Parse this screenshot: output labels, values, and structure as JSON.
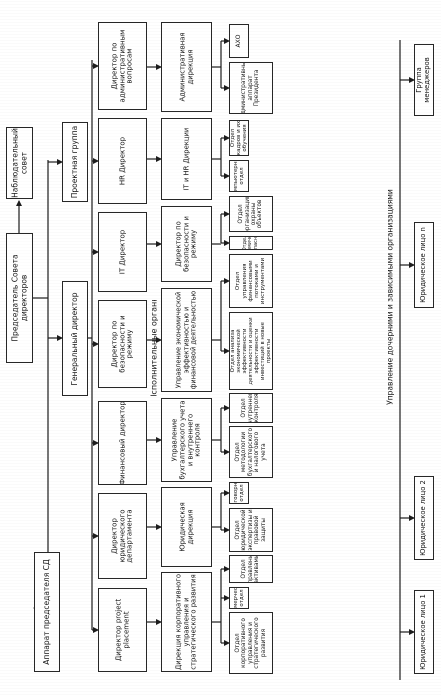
{
  "chart": {
    "supervisory_board": "Наблюдательный совет",
    "board_chairman": "Председатель Совета директоров",
    "sd_office": "Аппарат председателя СД",
    "general_director": "Генеральный директор",
    "project_group": "Проектная группа",
    "executive_bodies": "Исполнительные органы",
    "subsidiaries_management": "Управление дочерними и зависимыми организациями",
    "managers_group": "Группа менеджеров"
  },
  "directors": [
    {
      "label": "Директор project placement"
    },
    {
      "label": "Директор юридического департамента"
    },
    {
      "label": "Финансовый директор"
    },
    {
      "label": "Директор по безопасности и режиму"
    },
    {
      "label": "IT Директор"
    },
    {
      "label": "HR Директор"
    },
    {
      "label": "Директор по административным вопросам"
    }
  ],
  "divisions": [
    {
      "label": "Дирекция корпоративного управления и стратегического развития"
    },
    {
      "label": "Юридическая дирекция"
    },
    {
      "label": "Управление бухгалтерского учета и внутреннего контроля"
    },
    {
      "label": "Управление экономической эффективностью и финансовой деятельностью"
    },
    {
      "label": "Директор по безопасности и режиму"
    },
    {
      "label": "IT и HR Дирекции"
    },
    {
      "label": "Административная дирекция"
    }
  ],
  "departments": [
    {
      "label": "Отдел корпоративного управления и стратегического развития"
    },
    {
      "label": "Коммерческий отдел"
    },
    {
      "label": "Отдел управления активами"
    },
    {
      "label": "Отдел юридической экспертизы и правовой защиты"
    },
    {
      "label": "Договорной отдел"
    },
    {
      "label": "Отдел методологии бухгалтерского и налогового учета"
    },
    {
      "label": "Отдел внутреннего контроля"
    },
    {
      "label": "Отдел анализа экономической эффективности деятельности и оценки эффективности инвестиций в новые проекты"
    },
    {
      "label": "Отдел управления финансовыми потоками и инструментами"
    },
    {
      "label": "Отдел экономической безопасности"
    },
    {
      "label": "Отдел организации охраны объектов"
    },
    {
      "label": "Компьютерный отдел"
    },
    {
      "label": "Отдел кадров и их обучения"
    },
    {
      "label": "Административный аппарат Президента"
    },
    {
      "label": "АХО"
    }
  ],
  "legal_entities": [
    {
      "label": "Юридическое лицо 1"
    },
    {
      "label": "Юридическое лицо 2"
    },
    {
      "label": "Юридическое лицо n"
    }
  ]
}
